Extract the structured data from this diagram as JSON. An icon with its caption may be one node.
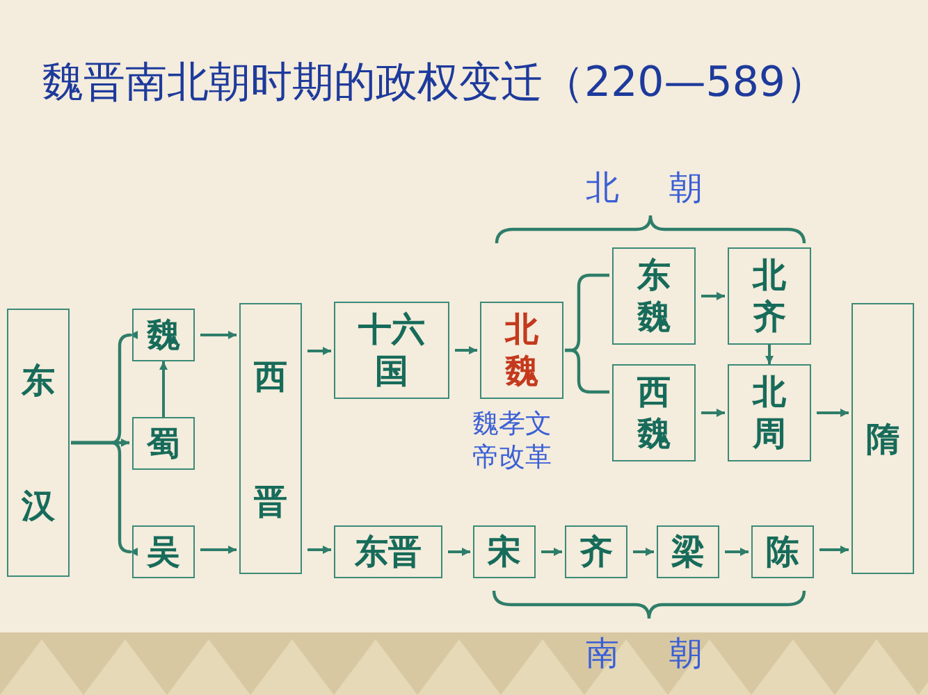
{
  "diagram": {
    "title": "魏晋南北朝时期的政权变迁（220—589）",
    "nodes": [
      {
        "text": [
          "东汉"
        ]
      },
      {
        "text": [
          "魏"
        ]
      },
      {
        "text": [
          "蜀"
        ]
      },
      {
        "text": [
          "吴"
        ]
      },
      {
        "text": [
          "西晋"
        ]
      },
      {
        "text": [
          "十六国"
        ]
      },
      {
        "text": [
          "北魏"
        ],
        "beside": [
          "魏孝文帝改革"
        ]
      },
      {
        "text": [
          "东魏"
        ]
      },
      {
        "text": [
          "北齐"
        ]
      },
      {
        "text": [
          "西魏"
        ]
      },
      {
        "text": [
          "北周"
        ]
      },
      {
        "text": [
          "隋"
        ]
      },
      {
        "text": [
          "东晋"
        ]
      },
      {
        "text": [
          "宋"
        ]
      },
      {
        "text": [
          "齐"
        ]
      },
      {
        "text": [
          "梁"
        ]
      },
      {
        "text": [
          "陈"
        ]
      }
    ],
    "edges": [
      {
        "from": 0,
        "to": 1,
        "arrow": "to"
      },
      {
        "from": 0,
        "to": 2,
        "arrow": "to"
      },
      {
        "from": 0,
        "to": 3,
        "arrow": "to"
      },
      {
        "from": 2,
        "to": 1,
        "arrow": "to"
      },
      {
        "from": 1,
        "to": 4,
        "arrow": "to"
      },
      {
        "from": 3,
        "to": 4,
        "arrow": "to"
      },
      {
        "from": 4,
        "to": 5,
        "arrow": "to"
      },
      {
        "from": 4,
        "to": 12,
        "arrow": "to"
      },
      {
        "from": 5,
        "to": 6,
        "arrow": "to"
      },
      {
        "from": 6,
        "to": 7,
        "arrow": "none"
      },
      {
        "from": 6,
        "to": 9,
        "arrow": "none"
      },
      {
        "from": 7,
        "to": 8,
        "arrow": "to"
      },
      {
        "from": 9,
        "to": 10,
        "arrow": "to"
      },
      {
        "from": 8,
        "to": 10,
        "arrow": "to"
      },
      {
        "from": 10,
        "to": 11,
        "arrow": "to"
      },
      {
        "from": 12,
        "to": 13,
        "arrow": "to"
      },
      {
        "from": 13,
        "to": 14,
        "arrow": "to"
      },
      {
        "from": 14,
        "to": 15,
        "arrow": "to"
      },
      {
        "from": 15,
        "to": 16,
        "arrow": "to"
      },
      {
        "from": 16,
        "to": 11,
        "arrow": "to"
      }
    ],
    "labels": [
      "北 朝",
      "南 朝"
    ]
  }
}
